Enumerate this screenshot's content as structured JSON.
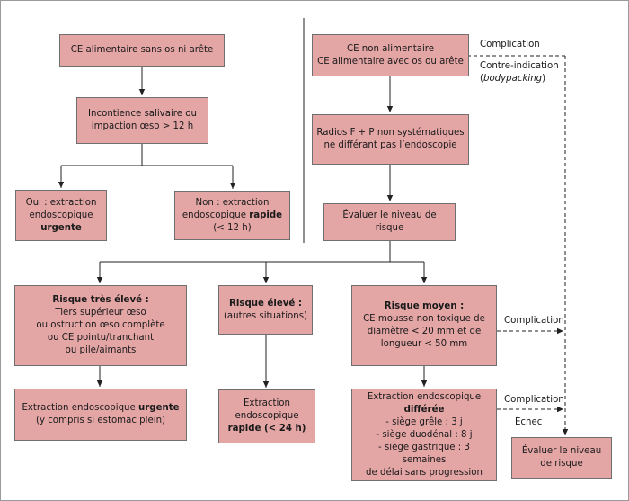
{
  "colors": {
    "box_fill": "#e4a5a5",
    "box_border": "#6f6f6f",
    "line": "#222222"
  },
  "nodes": {
    "ce_alimentaire": "CE alimentaire sans os ni arête",
    "incontience": [
      "Incontience salivaire ou",
      "impaction œso > 12 h"
    ],
    "oui": {
      "l1": "Oui : extraction",
      "l2": "endoscopique",
      "l3": "urgente"
    },
    "non": {
      "l1": "Non : extraction",
      "l2a": "endoscopique ",
      "l2b": "rapide",
      "l3": "(< 12 h)"
    },
    "ce_non_alimentaire": [
      "CE non alimentaire",
      "CE alimentaire avec os ou arête"
    ],
    "radios": [
      "Radios F + P non systématiques",
      "ne différant pas l’endoscopie"
    ],
    "evaluer_top": "Évaluer le niveau de risque",
    "tres_eleve": {
      "title": "Risque très élevé :",
      "lines": [
        "Tiers supérieur œso",
        "ou ostruction œso complète",
        "ou CE pointu/tranchant",
        "ou pile/aimants"
      ]
    },
    "eleve": {
      "title": "Risque élevé :",
      "line": "(autres situations)"
    },
    "moyen": {
      "title": "Risque moyen :",
      "lines": [
        "CE mousse non toxique de",
        "diamètre < 20 mm et de",
        "longueur < 50  mm"
      ]
    },
    "ext_urgente": {
      "l1a": "Extraction endoscopique ",
      "l1b": "urgente",
      "l2": "(y compris si estomac plein)"
    },
    "ext_rapide": {
      "l1": "Extraction",
      "l2": "endoscopique",
      "l3": "rapide (< 24 h)"
    },
    "ext_differee": {
      "l1": "Extraction endoscopique",
      "l2": "différée",
      "lines": [
        "- siège grêle : 3 j",
        "- siège duodénal : 8 j",
        "- siège gastrique : 3 semaines",
        "de délai sans progression"
      ]
    },
    "evaluer_bottom": [
      "Évaluer le niveau",
      "de risque"
    ]
  },
  "labels": {
    "complication_top": "Complication",
    "contre_indication": "Contre-indication",
    "bodypacking": "bodypacking",
    "complication_mid": "Complication",
    "complication_low": "Complication",
    "echec": "Échec"
  }
}
